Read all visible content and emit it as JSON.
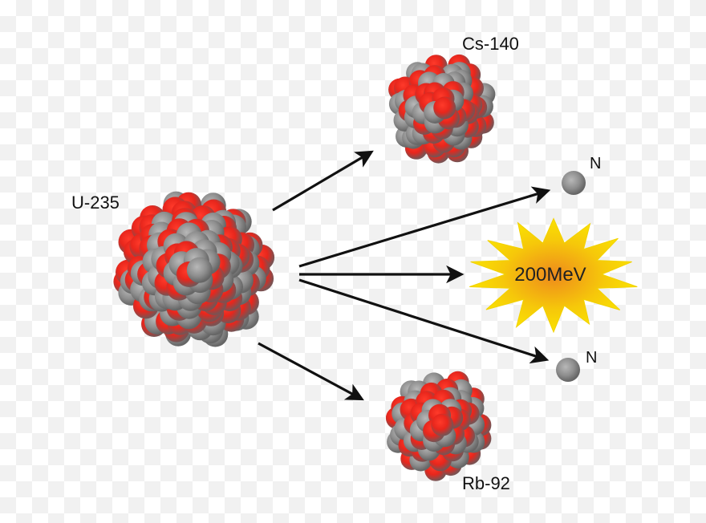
{
  "nuclei": {
    "parent": {
      "label": "U-235"
    },
    "fragment_top": {
      "label": "Cs-140"
    },
    "fragment_bottom": {
      "label": "Rb-92"
    }
  },
  "neutrons": [
    {
      "label": "N"
    },
    {
      "label": "N"
    }
  ],
  "energy": {
    "label": "200MeV"
  },
  "colors": {
    "proton": "#e8261c",
    "neutron": "#8a8a8a",
    "arrow": "#111111",
    "burst_outer": "#f7e300",
    "burst_inner": "#f09a1a"
  }
}
